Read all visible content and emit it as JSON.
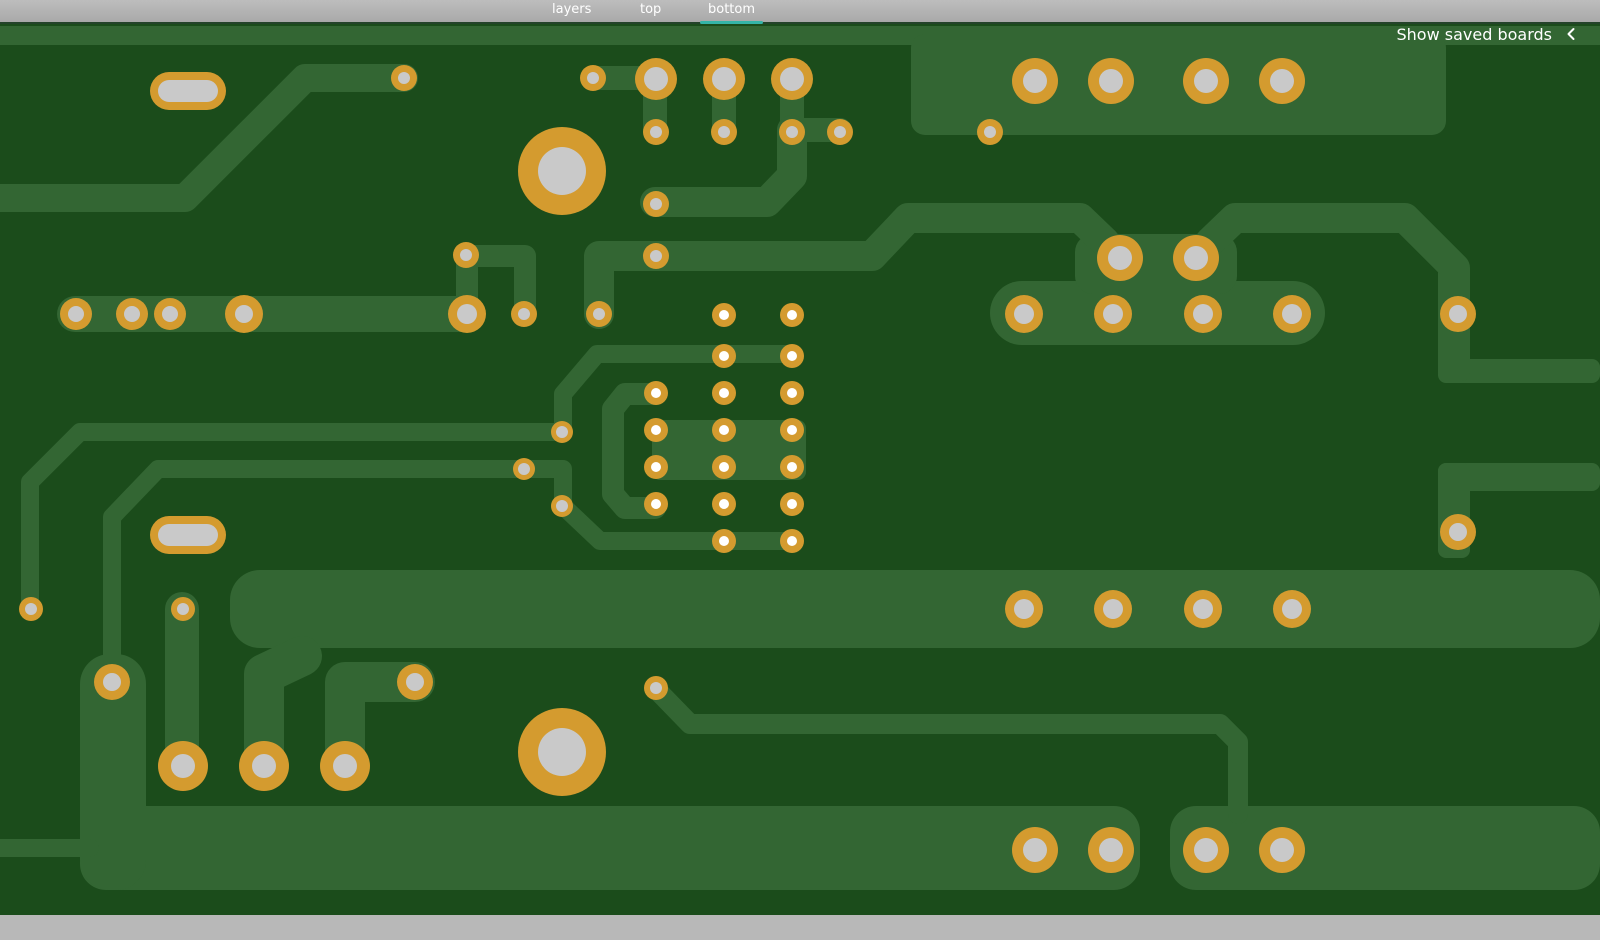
{
  "tabs": [
    {
      "label": "layers",
      "active": false
    },
    {
      "label": "top",
      "active": false
    },
    {
      "label": "bottom",
      "active": true
    }
  ],
  "saved_boards": {
    "label": "Show saved boards",
    "icon": "chevron-left-icon"
  },
  "colors": {
    "board": "#1b4c1b",
    "copper": "#336633",
    "pad": "#d49b2f",
    "hole": "#c9c9c9",
    "tab_underline": "#35b4a8"
  }
}
